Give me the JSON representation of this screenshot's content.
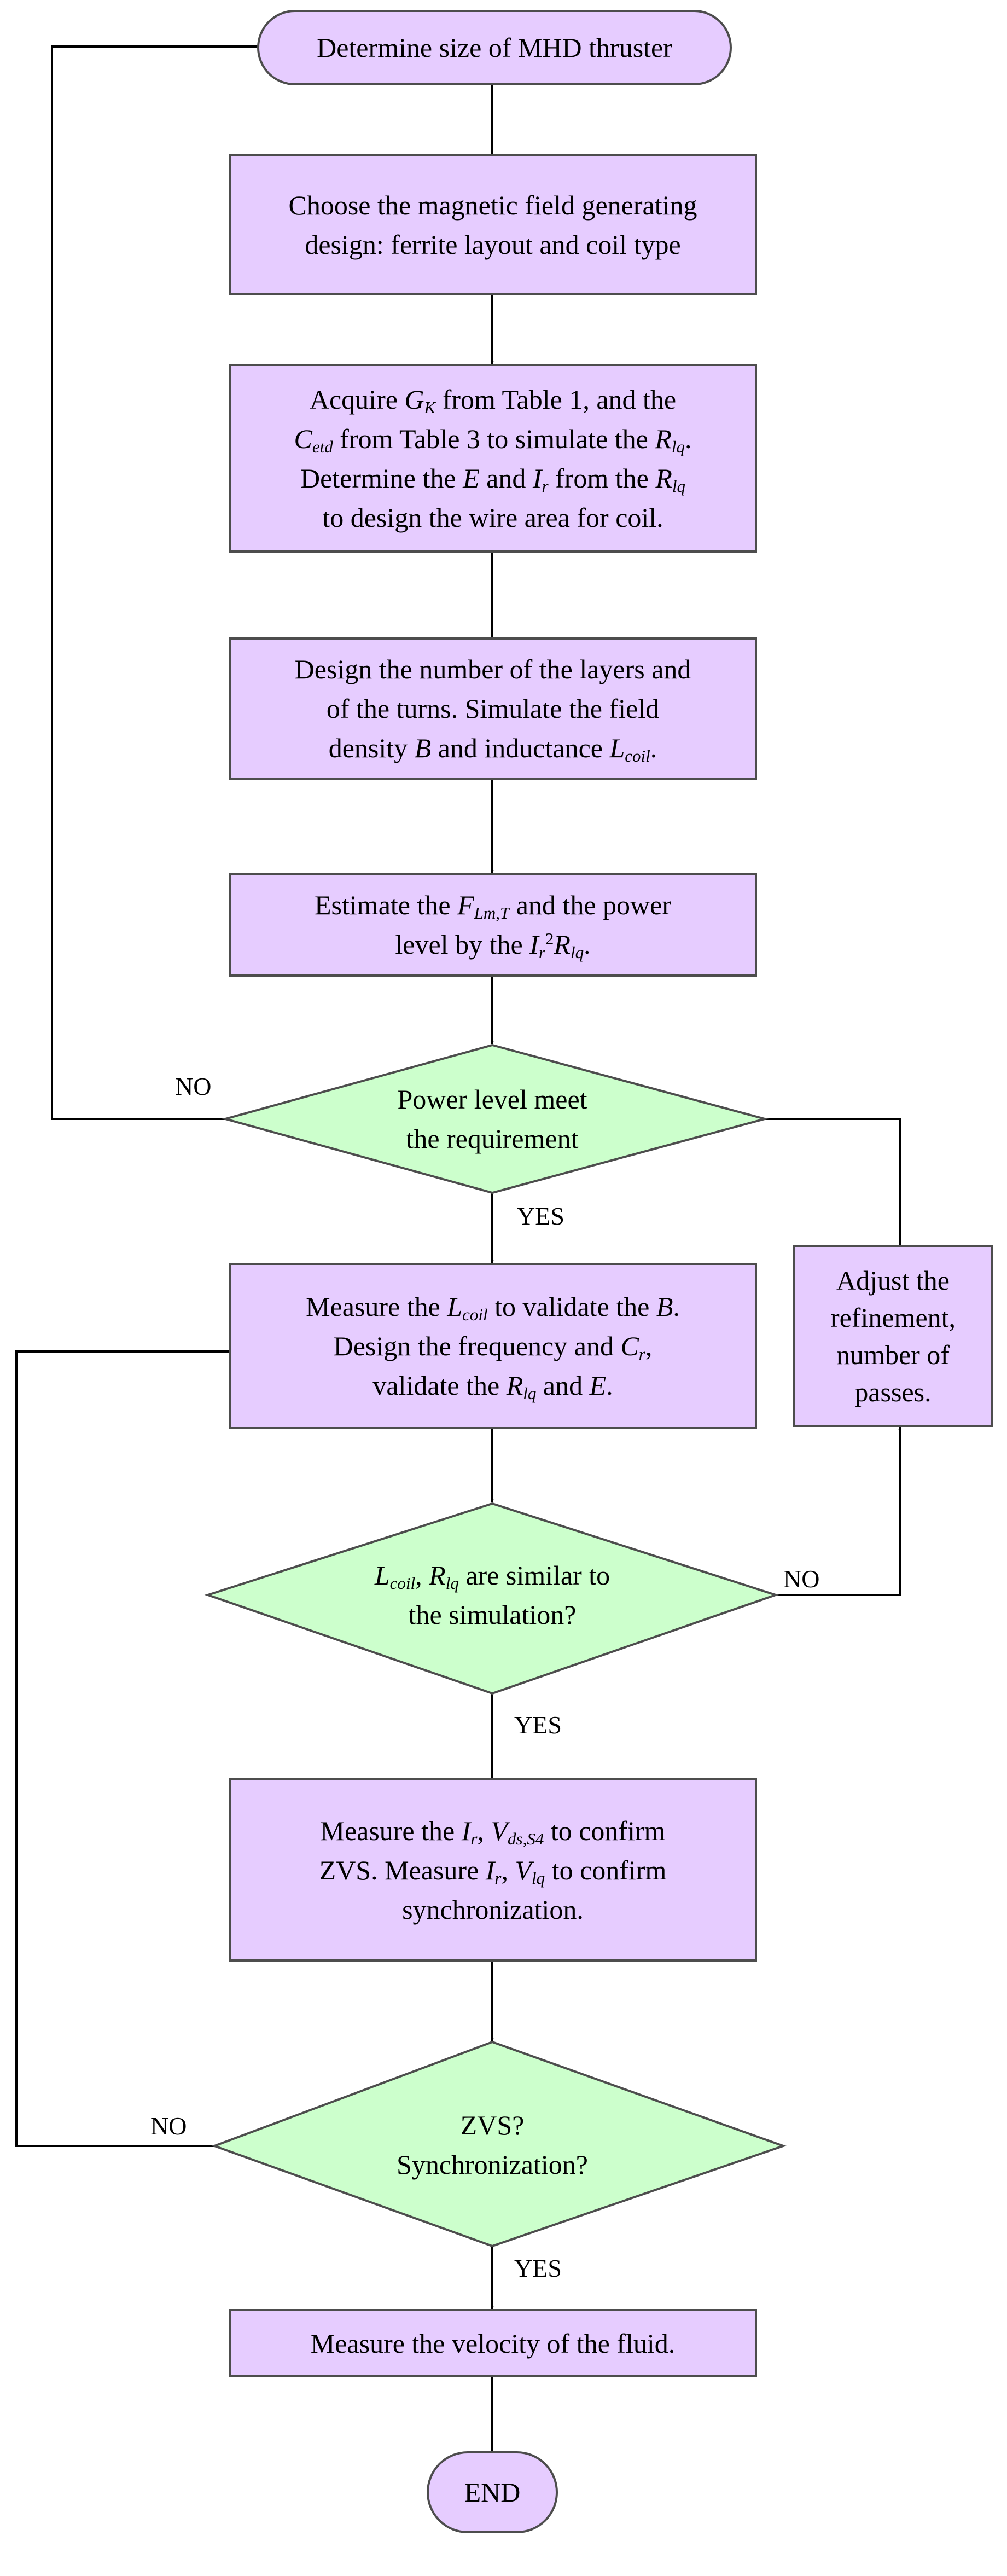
{
  "flowchart": {
    "start": "Determine size of MHD thruster",
    "step_choose": {
      "line1": "Choose the magnetic field generating",
      "line2": "design: ferrite layout and coil type"
    },
    "step_acquire": {
      "l1_a": "Acquire ",
      "l1_gk": "G",
      "l1_gk_sub": "K",
      "l1_b": " from Table 1, and the",
      "l2_c": "C",
      "l2_c_sub": "etd",
      "l2_a": " from Table 3 to simulate the ",
      "l2_r": "R",
      "l2_r_sub": "lq",
      "l2_b": ".",
      "l3_a": "Determine the ",
      "l3_e": "E",
      "l3_b": " and ",
      "l3_i": "I",
      "l3_i_sub": "r",
      "l3_c": " from the ",
      "l3_r": "R",
      "l3_r_sub": "lq",
      "l4": "to design the wire area for coil."
    },
    "step_layers": {
      "line1": "Design the number of the layers and",
      "line2": "of the turns. Simulate the field",
      "l3_a": "density ",
      "l3_b": "B",
      "l3_c": " and inductance ",
      "l3_l": "L",
      "l3_l_sub": "coil",
      "l3_d": "."
    },
    "step_estimate": {
      "l1_a": "Estimate the ",
      "l1_f": "F",
      "l1_f_sub": "Lm,T",
      "l1_b": " and the power",
      "l2_a": "level by the ",
      "l2_i": "I",
      "l2_i_sub": "r",
      "l2_sup": "2",
      "l2_r": "R",
      "l2_r_sub": "lq",
      "l2_b": "."
    },
    "decision_power": {
      "line1": "Power level meet",
      "line2": "the requirement"
    },
    "step_measure_l": {
      "l1_a": "Measure the ",
      "l1_l": "L",
      "l1_l_sub": "coil",
      "l1_b": " to validate the ",
      "l1_bb": "B",
      "l1_c": ".",
      "l2_a": "Design the frequency and ",
      "l2_c": "C",
      "l2_c_sub": "r",
      "l2_b": ",",
      "l3_a": "validate the ",
      "l3_r": "R",
      "l3_r_sub": "lq",
      "l3_b": " and ",
      "l3_e": "E",
      "l3_c": "."
    },
    "step_adjust": {
      "line1": "Adjust the",
      "line2": "refinement,",
      "line3": "number of",
      "line4": "passes."
    },
    "decision_similar": {
      "l1_l": "L",
      "l1_l_sub": "coil",
      "l1_a": ", ",
      "l1_r": "R",
      "l1_r_sub": "lq",
      "l1_b": " are similar to",
      "line2": "the simulation?"
    },
    "step_measure_ir": {
      "l1_a": "Measure the ",
      "l1_i": "I",
      "l1_i_sub": "r",
      "l1_b": ", ",
      "l1_v": "V",
      "l1_v_sub": "ds,S4",
      "l1_c": " to confirm",
      "l2_a": "ZVS. Measure ",
      "l2_i": "I",
      "l2_i_sub": "r",
      "l2_b": ", ",
      "l2_v": "V",
      "l2_v_sub": "lq",
      "l2_c": " to confirm",
      "line3": "synchronization."
    },
    "decision_zvs": {
      "line1": "ZVS?",
      "line2": "Synchronization?"
    },
    "step_velocity": "Measure the velocity of the fluid.",
    "end": "END",
    "labels": {
      "no_power": "NO",
      "yes_power": "YES",
      "no_similar": "NO",
      "yes_similar": "YES",
      "no_zvs": "NO",
      "yes_zvs": "YES"
    },
    "colors": {
      "process_fill": "#e6ccff",
      "decision_fill": "#ccffcc",
      "border": "#4d4d4d",
      "line": "#000000"
    }
  }
}
